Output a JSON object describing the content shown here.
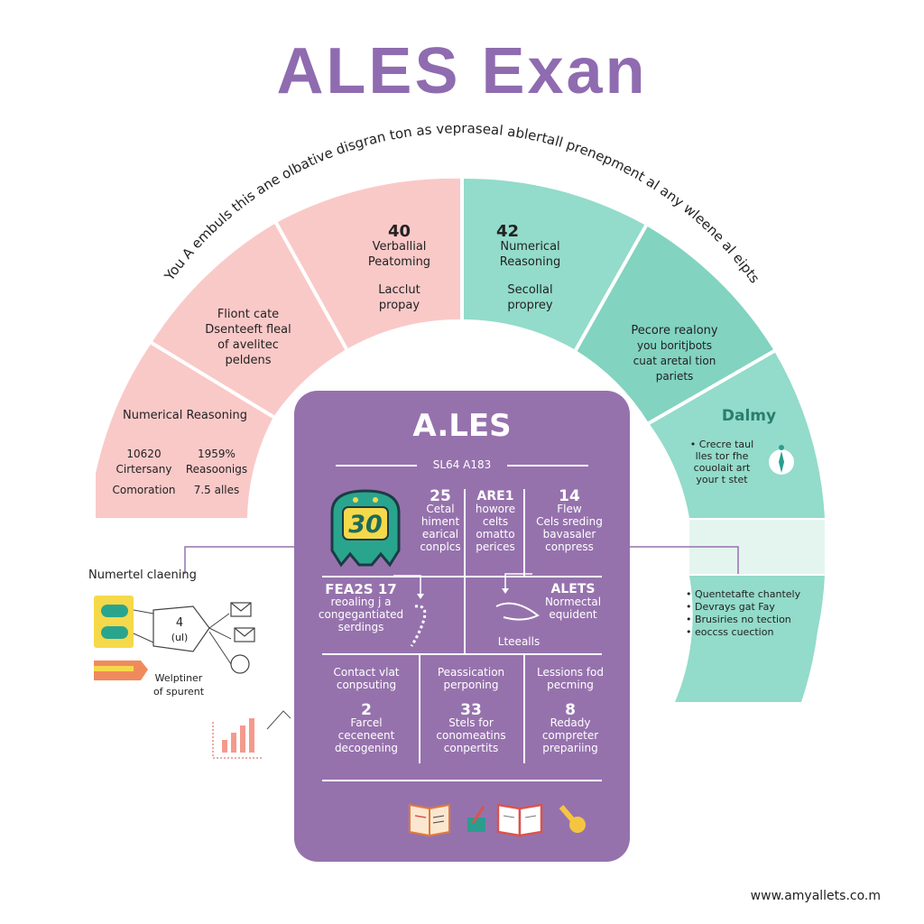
{
  "title": "ALES Exan",
  "arc_caption": "You A embuls this ane olbative disgran ton as vepraseal ablertall prenepment al any wleene al eipts",
  "segments": {
    "s1": {
      "title": "Numerical Reasoning",
      "left_top": "10620",
      "left_mid": "Cirtersany",
      "left_bot": "Comoration",
      "right_top": "1959%",
      "right_mid": "Reasoonigs",
      "right_bot": "7.5 alles"
    },
    "s2": {
      "line1": "Fliont cate",
      "line2": "Dsenteeft fleal",
      "line3": "of avelitec",
      "line4": "peldens"
    },
    "s3": {
      "num": "40",
      "line1": "Verballial",
      "line2": "Peatoming",
      "line3": "Lacclut",
      "line4": "propay"
    },
    "s4": {
      "num": "42",
      "line1": "Numerical",
      "line2": "Reasoning",
      "line3": "Secollal",
      "line4": "proprey"
    },
    "s5": {
      "line1": "Pecore realony",
      "line2": "you boritjbots",
      "line3": "cuat aretal tion",
      "line4": "pariets"
    },
    "s6": {
      "title": "Dalmy",
      "line1": "• Crecre taul",
      "line2": "lles tor fhe",
      "line3": "couolait art",
      "line4": "your t stet"
    },
    "s7": {
      "line1": "• Quentetafte chantely",
      "line2": "• Devrays gat Fay",
      "line3": "• Brusiries no tection",
      "line4": "• eoccss cuection"
    }
  },
  "card": {
    "title": "A.LES",
    "subtitle": "SL64 A183",
    "badge_number": "30",
    "c1": {
      "num": "25",
      "l1": "Cetal",
      "l2": "himent",
      "l3": "earical",
      "l4": "conplcs"
    },
    "c2": {
      "num": "ARE1",
      "l1": "howore",
      "l2": "celts",
      "l3": "omatto",
      "l4": "perices"
    },
    "c3": {
      "num": "14",
      "l1": "Flew",
      "l2": "Cels sreding",
      "l3": "bavasaler",
      "l4": "conpress"
    },
    "c4": {
      "num": "FEA2S 17",
      "l1": "reoaling j a",
      "l2": "congegantiated",
      "l3": "serdings"
    },
    "c5": {
      "num": "ALETS",
      "l1": "Normectal",
      "l2": "equident",
      "l3": "Lteealls"
    },
    "c6": {
      "l1": "Contact vlat",
      "l2": "conpsuting",
      "num": "2",
      "l3": "Farcel",
      "l4": "ceceneent",
      "l5": "decogening"
    },
    "c7": {
      "l1": "Peassication",
      "l2": "perponing",
      "num": "33",
      "l3": "Stels for",
      "l4": "conomeatins",
      "l5": "conpertits"
    },
    "c8": {
      "l1": "Lessions fod",
      "l2": "pecming",
      "num": "8",
      "l3": "Redady",
      "l4": "compreter",
      "l5": "prepariing"
    }
  },
  "left": {
    "label": "Numertel claening",
    "node_top": "4",
    "node_bot": "(ul)",
    "caption1": "Welptiner",
    "caption2": "of spurent"
  },
  "footer": "www.amyallets.co.m",
  "colors": {
    "pink": "#f9c9c8",
    "mint": "#93dbca",
    "purple": "#9672ad",
    "title": "#8f6bb0"
  }
}
